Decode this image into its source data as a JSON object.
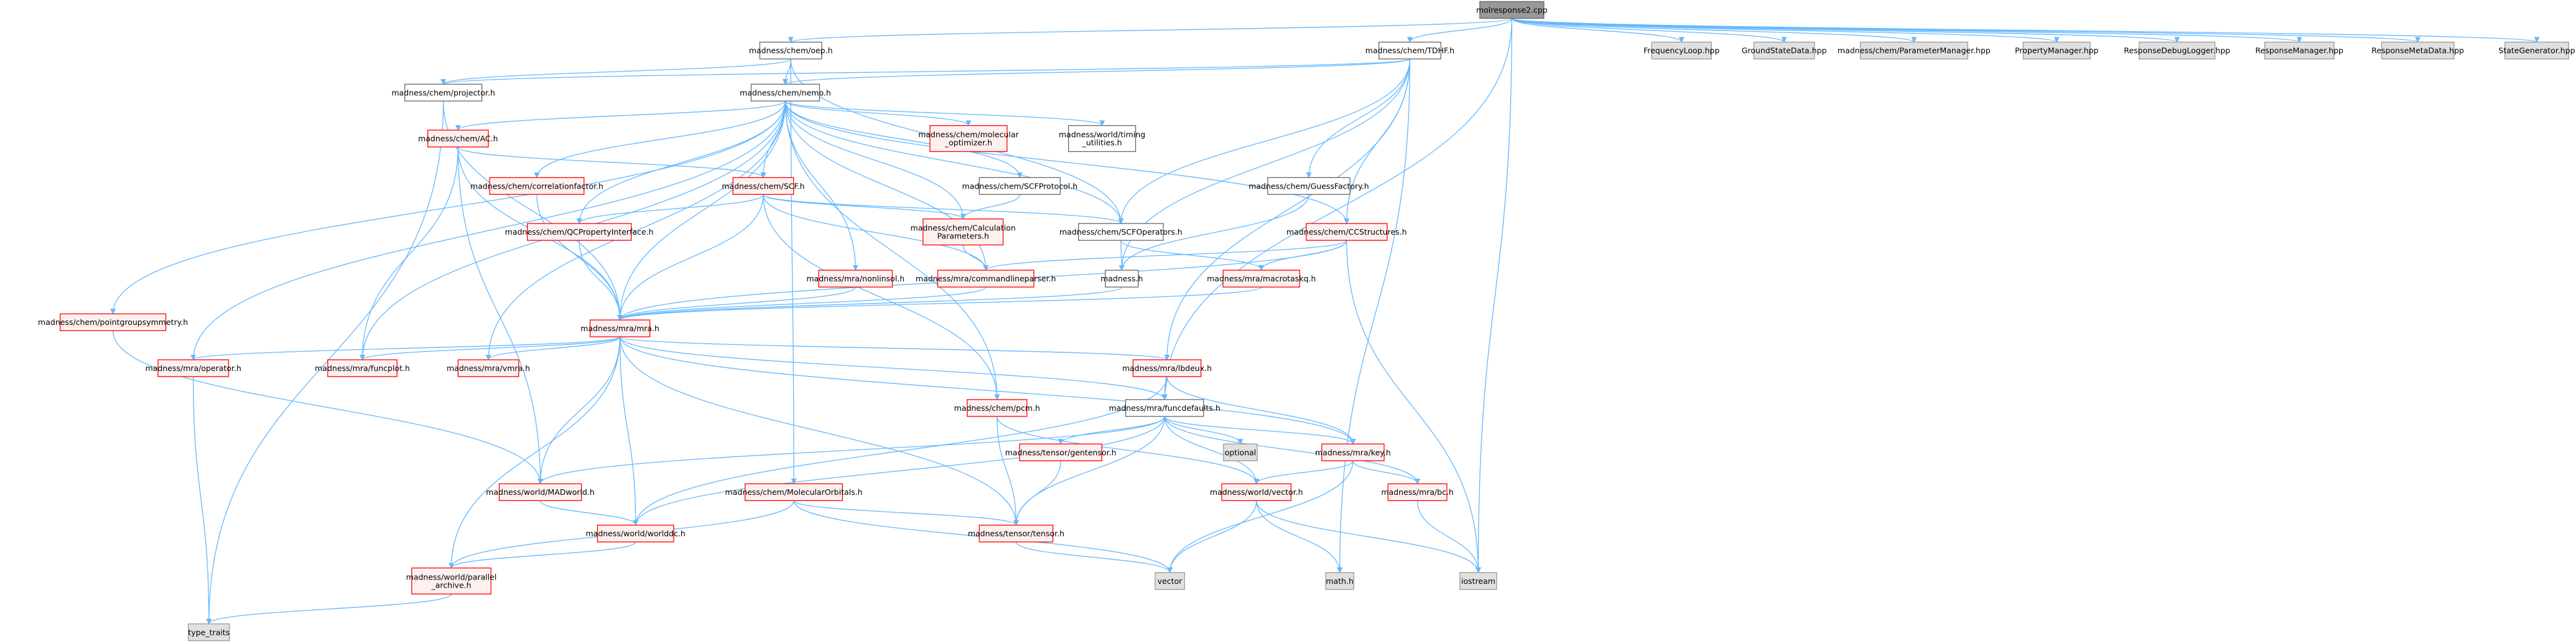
{
  "colors": {
    "edge": "#63b8ff",
    "root_fill": "#999999",
    "root_stroke": "#666666",
    "normal_fill": "#ffffff",
    "normal_stroke": "#666666",
    "red_fill": "#fff0f0",
    "red_stroke": "#ff0000",
    "gray_fill": "#e0e0e0",
    "gray_stroke": "#999999"
  },
  "nodes": [
    {
      "id": "root",
      "lines": [
        "molresponse2.cpp"
      ],
      "style": "root"
    },
    {
      "id": "oep",
      "lines": [
        "madness/chem/oep.h"
      ],
      "style": "normal"
    },
    {
      "id": "tdhf",
      "lines": [
        "madness/chem/TDHF.h"
      ],
      "style": "normal"
    },
    {
      "id": "freq",
      "lines": [
        "FrequencyLoop.hpp"
      ],
      "style": "gray"
    },
    {
      "id": "gsd",
      "lines": [
        "GroundStateData.hpp"
      ],
      "style": "gray"
    },
    {
      "id": "parammgr",
      "lines": [
        "madness/chem/ParameterManager.hpp"
      ],
      "style": "gray"
    },
    {
      "id": "propmgr",
      "lines": [
        "PropertyManager.hpp"
      ],
      "style": "gray"
    },
    {
      "id": "rdlog",
      "lines": [
        "ResponseDebugLogger.hpp"
      ],
      "style": "gray"
    },
    {
      "id": "rmgr",
      "lines": [
        "ResponseManager.hpp"
      ],
      "style": "gray"
    },
    {
      "id": "rmeta",
      "lines": [
        "ResponseMetaData.hpp"
      ],
      "style": "gray"
    },
    {
      "id": "stategen",
      "lines": [
        "StateGenerator.hpp"
      ],
      "style": "gray"
    },
    {
      "id": "projector",
      "lines": [
        "madness/chem/projector.h"
      ],
      "style": "normal"
    },
    {
      "id": "nemo",
      "lines": [
        "madness/chem/nemo.h"
      ],
      "style": "normal"
    },
    {
      "id": "ac",
      "lines": [
        "madness/chem/AC.h"
      ],
      "style": "red"
    },
    {
      "id": "molopt",
      "lines": [
        "madness/chem/molecular",
        "_optimizer.h"
      ],
      "style": "red"
    },
    {
      "id": "timing",
      "lines": [
        "madness/world/timing",
        "_utilities.h"
      ],
      "style": "normal"
    },
    {
      "id": "corrfac",
      "lines": [
        "madness/chem/correlationfactor.h"
      ],
      "style": "red"
    },
    {
      "id": "scf",
      "lines": [
        "madness/chem/SCF.h"
      ],
      "style": "red"
    },
    {
      "id": "scfproto",
      "lines": [
        "madness/chem/SCFProtocol.h"
      ],
      "style": "normal"
    },
    {
      "id": "guess",
      "lines": [
        "madness/chem/GuessFactory.h"
      ],
      "style": "normal"
    },
    {
      "id": "qcprop",
      "lines": [
        "madness/chem/QCPropertyInterface.h"
      ],
      "style": "red"
    },
    {
      "id": "calcparam",
      "lines": [
        "madness/chem/Calculation",
        "Parameters.h"
      ],
      "style": "red"
    },
    {
      "id": "scfops",
      "lines": [
        "madness/chem/SCFOperators.h"
      ],
      "style": "normal"
    },
    {
      "id": "ccstruct",
      "lines": [
        "madness/chem/CCStructures.h"
      ],
      "style": "red"
    },
    {
      "id": "pointgroup",
      "lines": [
        "madness/chem/pointgroupsymmetry.h"
      ],
      "style": "red"
    },
    {
      "id": "nonlinsol",
      "lines": [
        "madness/mra/nonlinsol.h"
      ],
      "style": "red"
    },
    {
      "id": "cmdline",
      "lines": [
        "madness/mra/commandlineparser.h"
      ],
      "style": "red"
    },
    {
      "id": "madnessh",
      "lines": [
        "madness.h"
      ],
      "style": "normal"
    },
    {
      "id": "macrotask",
      "lines": [
        "madness/mra/macrotaskq.h"
      ],
      "style": "red"
    },
    {
      "id": "mra",
      "lines": [
        "madness/mra/mra.h"
      ],
      "style": "red"
    },
    {
      "id": "operator",
      "lines": [
        "madness/mra/operator.h"
      ],
      "style": "red"
    },
    {
      "id": "funcplot",
      "lines": [
        "madness/mra/funcplot.h"
      ],
      "style": "red"
    },
    {
      "id": "vmra",
      "lines": [
        "madness/mra/vmra.h"
      ],
      "style": "red"
    },
    {
      "id": "fbdeux",
      "lines": [
        "madness/mra/lbdeux.h"
      ],
      "style": "red"
    },
    {
      "id": "pcm",
      "lines": [
        "madness/chem/pcm.h"
      ],
      "style": "red"
    },
    {
      "id": "funcdef",
      "lines": [
        "madness/mra/funcdefaults.h"
      ],
      "style": "normal"
    },
    {
      "id": "optional",
      "lines": [
        "optional"
      ],
      "style": "gray"
    },
    {
      "id": "keyh",
      "lines": [
        "madness/mra/key.h"
      ],
      "style": "red"
    },
    {
      "id": "madworld",
      "lines": [
        "madness/world/MADworld.h"
      ],
      "style": "red"
    },
    {
      "id": "molorb",
      "lines": [
        "madness/chem/MolecularOrbitals.h"
      ],
      "style": "red"
    },
    {
      "id": "gentensor",
      "lines": [
        "madness/tensor/gentensor.h"
      ],
      "style": "red"
    },
    {
      "id": "vectorh",
      "lines": [
        "madness/world/vector.h"
      ],
      "style": "red"
    },
    {
      "id": "bc",
      "lines": [
        "madness/mra/bc.h"
      ],
      "style": "red"
    },
    {
      "id": "worlddc",
      "lines": [
        "madness/world/worlddc.h"
      ],
      "style": "red"
    },
    {
      "id": "tensor",
      "lines": [
        "madness/tensor/tensor.h"
      ],
      "style": "red"
    },
    {
      "id": "mathh",
      "lines": [
        "math.h"
      ],
      "style": "gray"
    },
    {
      "id": "iostream",
      "lines": [
        "iostream"
      ],
      "style": "gray"
    },
    {
      "id": "vector",
      "lines": [
        "vector"
      ],
      "style": "gray"
    },
    {
      "id": "archive",
      "lines": [
        "madness/world/parallel",
        "_archive.h"
      ],
      "style": "red"
    },
    {
      "id": "typetraits",
      "lines": [
        "type_traits"
      ],
      "style": "gray"
    }
  ],
  "edges": [
    [
      "root",
      "oep"
    ],
    [
      "root",
      "tdhf"
    ],
    [
      "root",
      "freq"
    ],
    [
      "root",
      "gsd"
    ],
    [
      "root",
      "parammgr"
    ],
    [
      "root",
      "propmgr"
    ],
    [
      "root",
      "rdlog"
    ],
    [
      "root",
      "rmgr"
    ],
    [
      "root",
      "rmeta"
    ],
    [
      "root",
      "stategen"
    ],
    [
      "root",
      "funcdef"
    ],
    [
      "root",
      "iostream"
    ],
    [
      "oep",
      "projector"
    ],
    [
      "oep",
      "nemo"
    ],
    [
      "oep",
      "scfops"
    ],
    [
      "oep",
      "molorb"
    ],
    [
      "tdhf",
      "projector"
    ],
    [
      "tdhf",
      "nemo"
    ],
    [
      "tdhf",
      "scfops"
    ],
    [
      "tdhf",
      "guess"
    ],
    [
      "tdhf",
      "ccstruct"
    ],
    [
      "tdhf",
      "madnessh"
    ],
    [
      "tdhf",
      "mathh"
    ],
    [
      "tdhf",
      "fbdeux"
    ],
    [
      "projector",
      "mra"
    ],
    [
      "projector",
      "typetraits"
    ],
    [
      "nemo",
      "ac"
    ],
    [
      "nemo",
      "molopt"
    ],
    [
      "nemo",
      "timing"
    ],
    [
      "nemo",
      "corrfac"
    ],
    [
      "nemo",
      "scf"
    ],
    [
      "nemo",
      "scfproto"
    ],
    [
      "nemo",
      "qcprop"
    ],
    [
      "nemo",
      "calcparam"
    ],
    [
      "nemo",
      "scfops"
    ],
    [
      "nemo",
      "pointgroup"
    ],
    [
      "nemo",
      "nonlinsol"
    ],
    [
      "nemo",
      "cmdline"
    ],
    [
      "nemo",
      "mra"
    ],
    [
      "nemo",
      "operator"
    ],
    [
      "nemo",
      "funcplot"
    ],
    [
      "nemo",
      "vmra"
    ],
    [
      "nemo",
      "pcm"
    ],
    [
      "nemo",
      "ccstruct"
    ],
    [
      "ac",
      "scf"
    ],
    [
      "ac",
      "mra"
    ],
    [
      "ac",
      "funcplot"
    ],
    [
      "ac",
      "madworld"
    ],
    [
      "corrfac",
      "mra"
    ],
    [
      "scf",
      "qcprop"
    ],
    [
      "scf",
      "calcparam"
    ],
    [
      "scf",
      "scfops"
    ],
    [
      "scf",
      "cmdline"
    ],
    [
      "scf",
      "mra"
    ],
    [
      "scf",
      "pcm"
    ],
    [
      "scfproto",
      "calcparam"
    ],
    [
      "guess",
      "madnessh"
    ],
    [
      "qcprop",
      "mra"
    ],
    [
      "calcparam",
      "cmdline"
    ],
    [
      "scfops",
      "madnessh"
    ],
    [
      "scfops",
      "macrotask"
    ],
    [
      "ccstruct",
      "cmdline"
    ],
    [
      "ccstruct",
      "macrotask"
    ],
    [
      "ccstruct",
      "mra"
    ],
    [
      "ccstruct",
      "iostream"
    ],
    [
      "pointgroup",
      "madworld"
    ],
    [
      "nonlinsol",
      "mra"
    ],
    [
      "cmdline",
      "mra"
    ],
    [
      "madnessh",
      "mra"
    ],
    [
      "macrotask",
      "mra"
    ],
    [
      "mra",
      "operator"
    ],
    [
      "mra",
      "funcplot"
    ],
    [
      "mra",
      "vmra"
    ],
    [
      "mra",
      "fbdeux"
    ],
    [
      "mra",
      "funcdef"
    ],
    [
      "mra",
      "keyh"
    ],
    [
      "mra",
      "madworld"
    ],
    [
      "mra",
      "worlddc"
    ],
    [
      "mra",
      "tensor"
    ],
    [
      "mra",
      "archive"
    ],
    [
      "operator",
      "typetraits"
    ],
    [
      "fbdeux",
      "funcdef"
    ],
    [
      "fbdeux",
      "keyh"
    ],
    [
      "fbdeux",
      "worlddc"
    ],
    [
      "pcm",
      "tensor"
    ],
    [
      "pcm",
      "vectorh"
    ],
    [
      "funcdef",
      "optional"
    ],
    [
      "funcdef",
      "keyh"
    ],
    [
      "funcdef",
      "madworld"
    ],
    [
      "funcdef",
      "gentensor"
    ],
    [
      "funcdef",
      "vectorh"
    ],
    [
      "funcdef",
      "bc"
    ],
    [
      "funcdef",
      "tensor"
    ],
    [
      "funcdef",
      "worlddc"
    ],
    [
      "keyh",
      "vectorh"
    ],
    [
      "keyh",
      "bc"
    ],
    [
      "keyh",
      "vector"
    ],
    [
      "madworld",
      "worlddc"
    ],
    [
      "molorb",
      "tensor"
    ],
    [
      "molorb",
      "archive"
    ],
    [
      "molorb",
      "vector"
    ],
    [
      "gentensor",
      "tensor"
    ],
    [
      "vectorh",
      "mathh"
    ],
    [
      "vectorh",
      "iostream"
    ],
    [
      "vectorh",
      "vector"
    ],
    [
      "bc",
      "iostream"
    ],
    [
      "worlddc",
      "archive"
    ],
    [
      "tensor",
      "vector"
    ],
    [
      "archive",
      "typetraits"
    ]
  ]
}
